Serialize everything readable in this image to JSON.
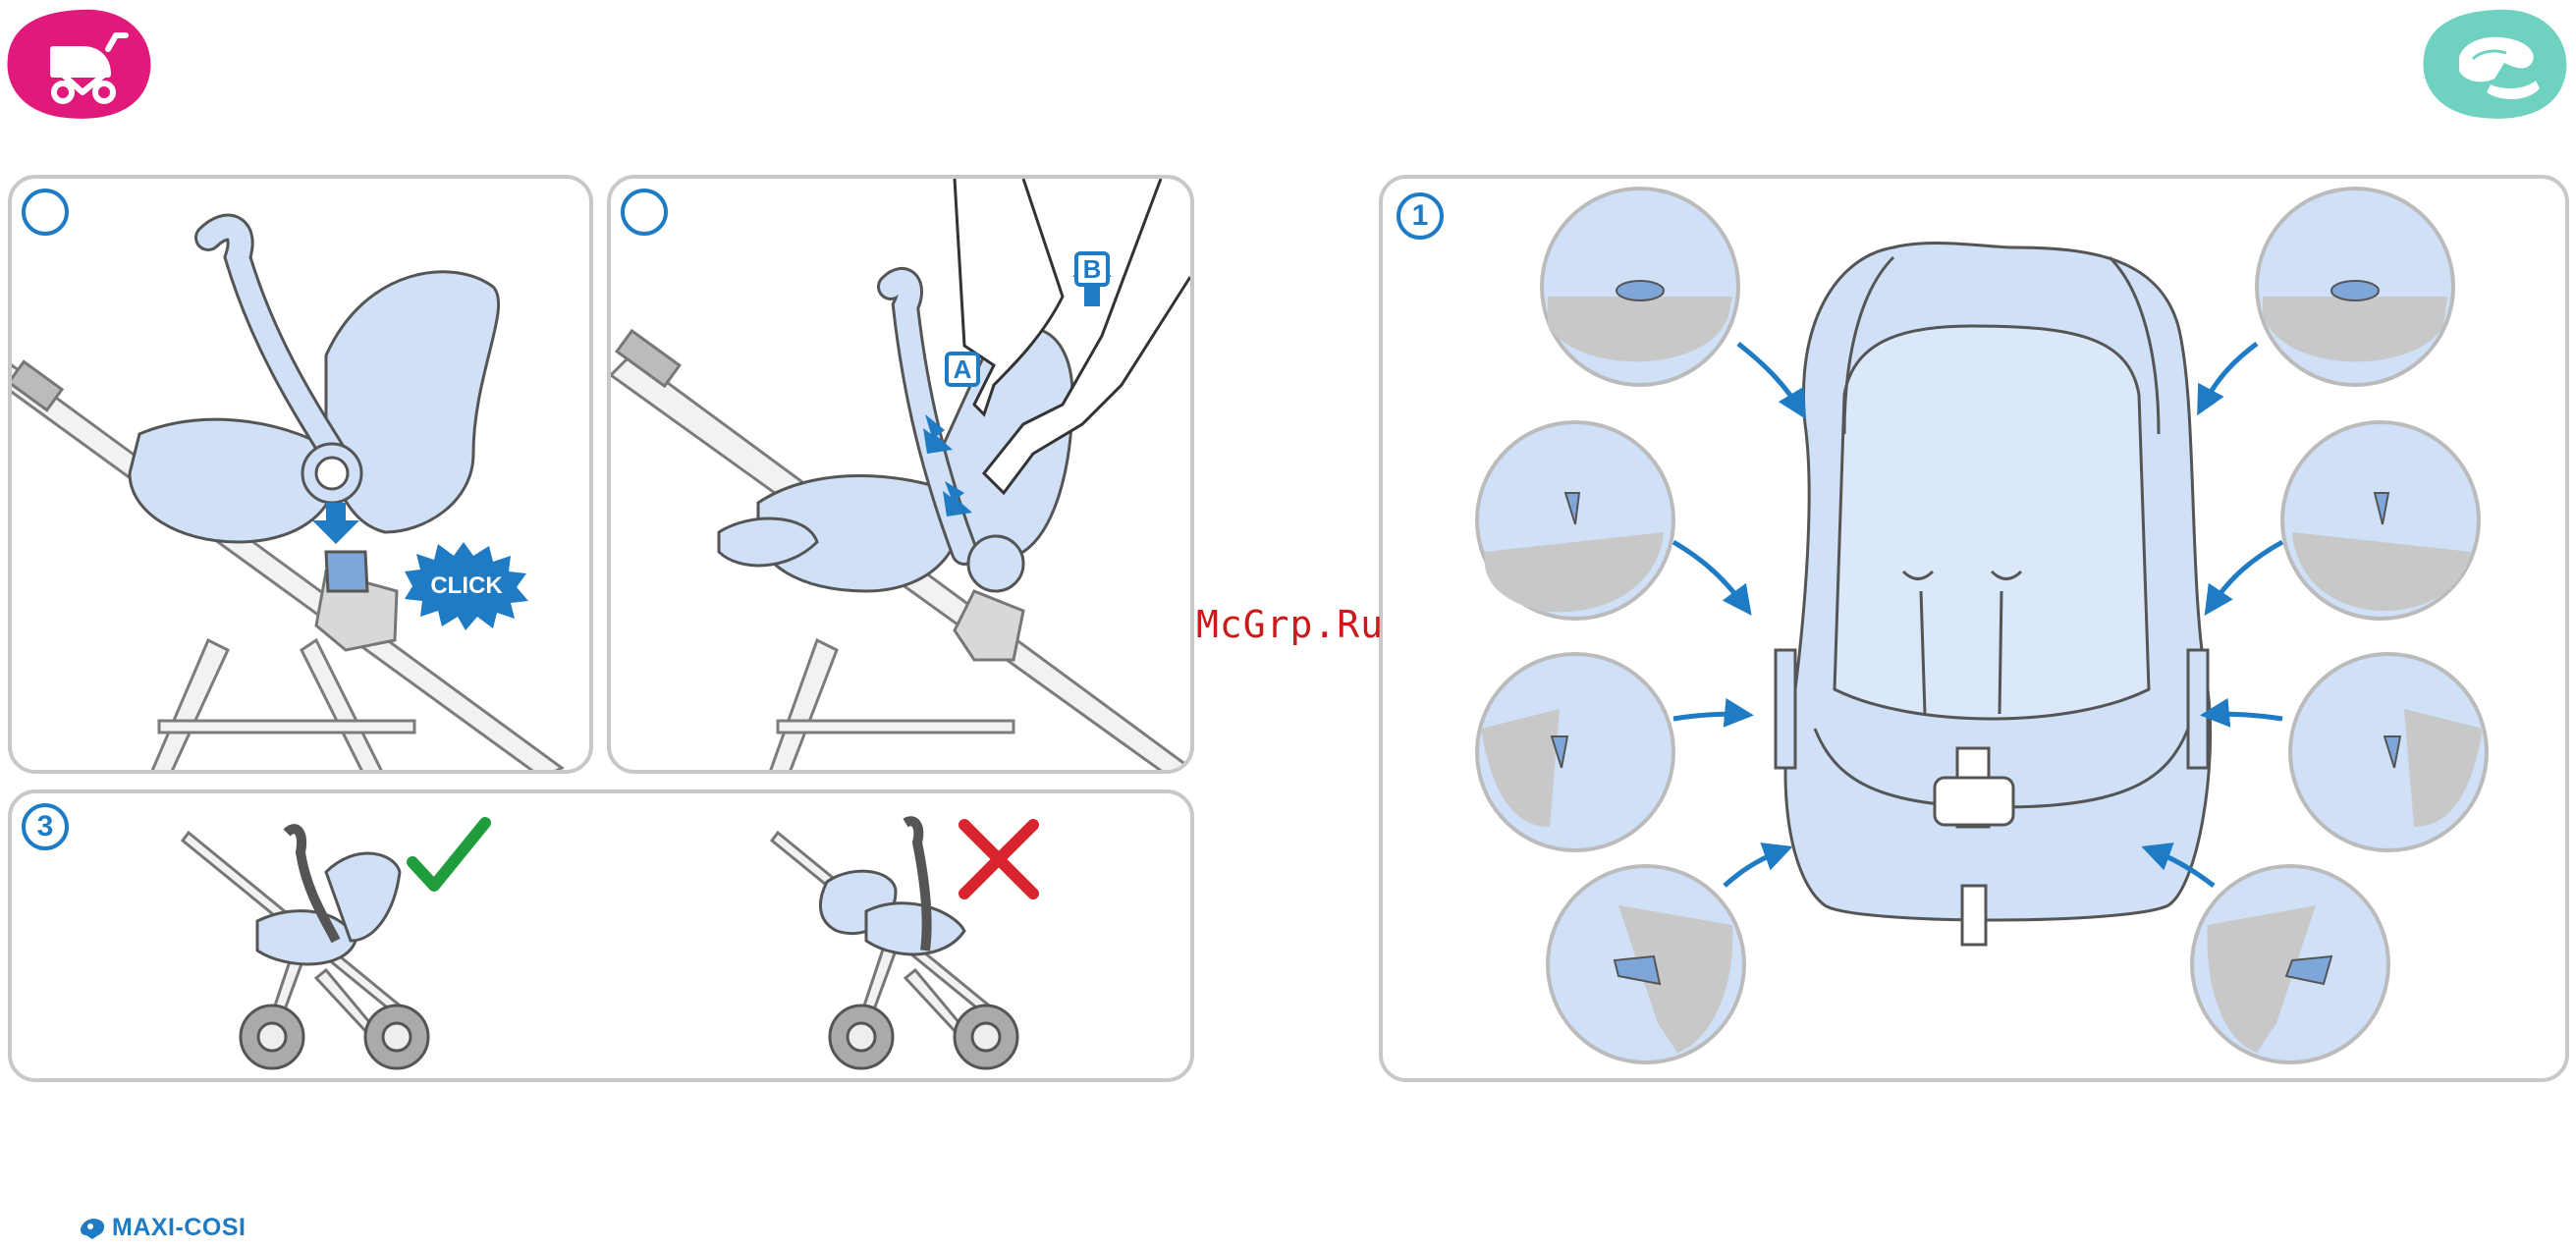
{
  "header": {
    "left_icon": "stroller-icon",
    "left_color": "#e0197a",
    "right_icon": "washing-hand-icon",
    "right_color": "#6fd2c1"
  },
  "panel_1": {
    "step_number": ""
  },
  "panel_2": {
    "step_number": "",
    "label_a": "A",
    "label_b": "B"
  },
  "panel_3": {
    "step_number": "3"
  },
  "panel_4": {
    "step_number": "1"
  },
  "click_burst": {
    "text": "CLICK",
    "color": "#1e7bc4"
  },
  "check_mark_color": "#1f9d3c",
  "cross_mark_color": "#d9232e",
  "watermark": "McGrp.Ru",
  "brand": {
    "name": "MAXI-COSI",
    "icon": "maxi-cosi-logo-icon"
  },
  "accent_color": "#1e7bc4",
  "seat_color": "#cfe0f7"
}
